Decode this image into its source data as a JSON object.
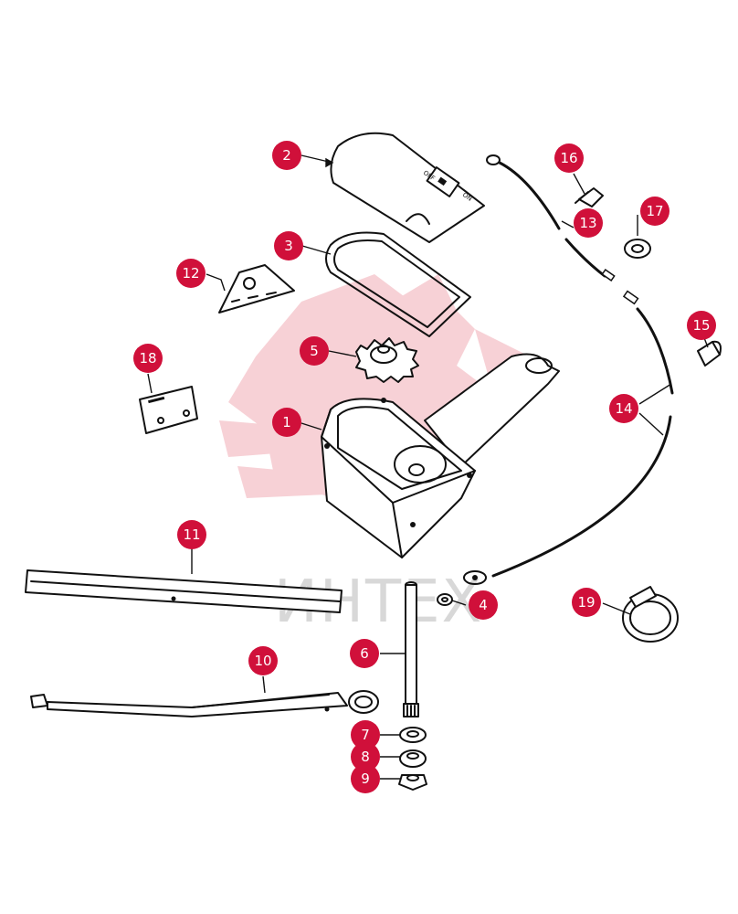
{
  "watermark": {
    "text": "ИНТЕХ"
  },
  "switch_panel": {
    "label_off": "OFF",
    "label_on": "ON"
  },
  "colors": {
    "callout": "#d0103a",
    "watermark_logo": "#f6c9cf",
    "line": "#111111"
  },
  "callouts": [
    {
      "id": "1",
      "label": "1"
    },
    {
      "id": "2",
      "label": "2"
    },
    {
      "id": "3",
      "label": "3"
    },
    {
      "id": "4",
      "label": "4"
    },
    {
      "id": "5",
      "label": "5"
    },
    {
      "id": "6",
      "label": "6"
    },
    {
      "id": "7",
      "label": "7"
    },
    {
      "id": "8",
      "label": "8"
    },
    {
      "id": "9",
      "label": "9"
    },
    {
      "id": "10",
      "label": "10"
    },
    {
      "id": "11",
      "label": "11"
    },
    {
      "id": "12",
      "label": "12"
    },
    {
      "id": "13",
      "label": "13"
    },
    {
      "id": "14",
      "label": "14"
    },
    {
      "id": "15",
      "label": "15"
    },
    {
      "id": "16",
      "label": "16"
    },
    {
      "id": "17",
      "label": "17"
    },
    {
      "id": "18",
      "label": "18"
    },
    {
      "id": "19",
      "label": "19"
    }
  ]
}
